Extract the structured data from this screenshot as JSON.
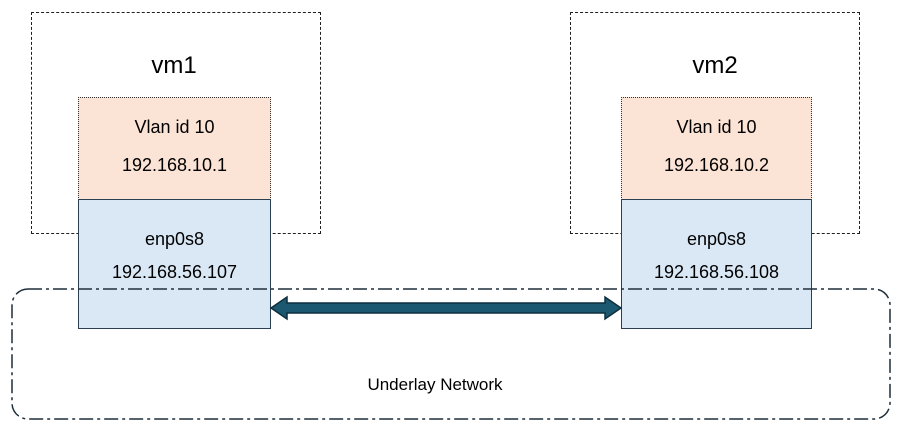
{
  "vms": [
    {
      "name": "vm1",
      "vlan_label": "Vlan id 10",
      "vlan_ip": "192.168.10.1",
      "nic_name": "enp0s8",
      "nic_ip": "192.168.56.107"
    },
    {
      "name": "vm2",
      "vlan_label": "Vlan id 10",
      "vlan_ip": "192.168.10.2",
      "nic_name": "enp0s8",
      "nic_ip": "192.168.56.108"
    }
  ],
  "underlay": {
    "label": "Underlay Network"
  },
  "colors": {
    "vlan_fill": "#fbe3d5",
    "nic_fill": "#dae8f6",
    "arrow_fill": "#1c5870",
    "arrow_stroke": "#0e2f3d"
  }
}
